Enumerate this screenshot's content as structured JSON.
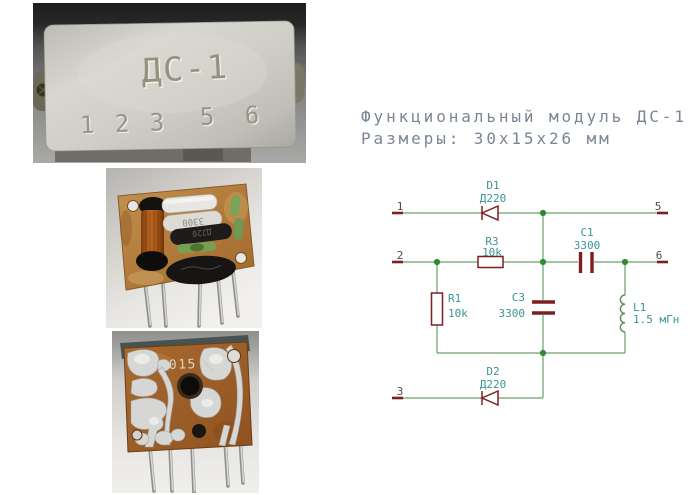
{
  "title": {
    "line1": "Функциональный модуль ДС-1",
    "line2": "Размеры: 30x15x26 мм",
    "color": "#7b8596"
  },
  "photos": {
    "case": {
      "stamp_model": "ДС-1",
      "stamp_pins_left": "1 2 3",
      "stamp_pins_right": "5 6"
    },
    "pcb_top": {
      "cap_marking": "3300",
      "diode_marking": "Д220"
    },
    "pcb_bottom": {
      "marking": "015"
    }
  },
  "schematic": {
    "colors": {
      "wire": "#6f9e6f",
      "junction": "#2e8b2e",
      "component": "#7e1e1e",
      "label": "#3a9494",
      "terminal_text": "#4c4c4c"
    },
    "terminals": [
      {
        "number": "1",
        "side": "left"
      },
      {
        "number": "2",
        "side": "left"
      },
      {
        "number": "3",
        "side": "left"
      },
      {
        "number": "5",
        "side": "right"
      },
      {
        "number": "6",
        "side": "right"
      }
    ],
    "components": [
      {
        "ref": "D1",
        "value": "Д220",
        "type": "diode"
      },
      {
        "ref": "R3",
        "value": "10k",
        "type": "resistor"
      },
      {
        "ref": "C1",
        "value": "3300",
        "type": "capacitor"
      },
      {
        "ref": "R1",
        "value": "10k",
        "type": "resistor"
      },
      {
        "ref": "C3",
        "value": "3300",
        "type": "capacitor"
      },
      {
        "ref": "L1",
        "value": "1.5 мГн",
        "type": "inductor"
      },
      {
        "ref": "D2",
        "value": "Д220",
        "type": "diode"
      }
    ]
  }
}
